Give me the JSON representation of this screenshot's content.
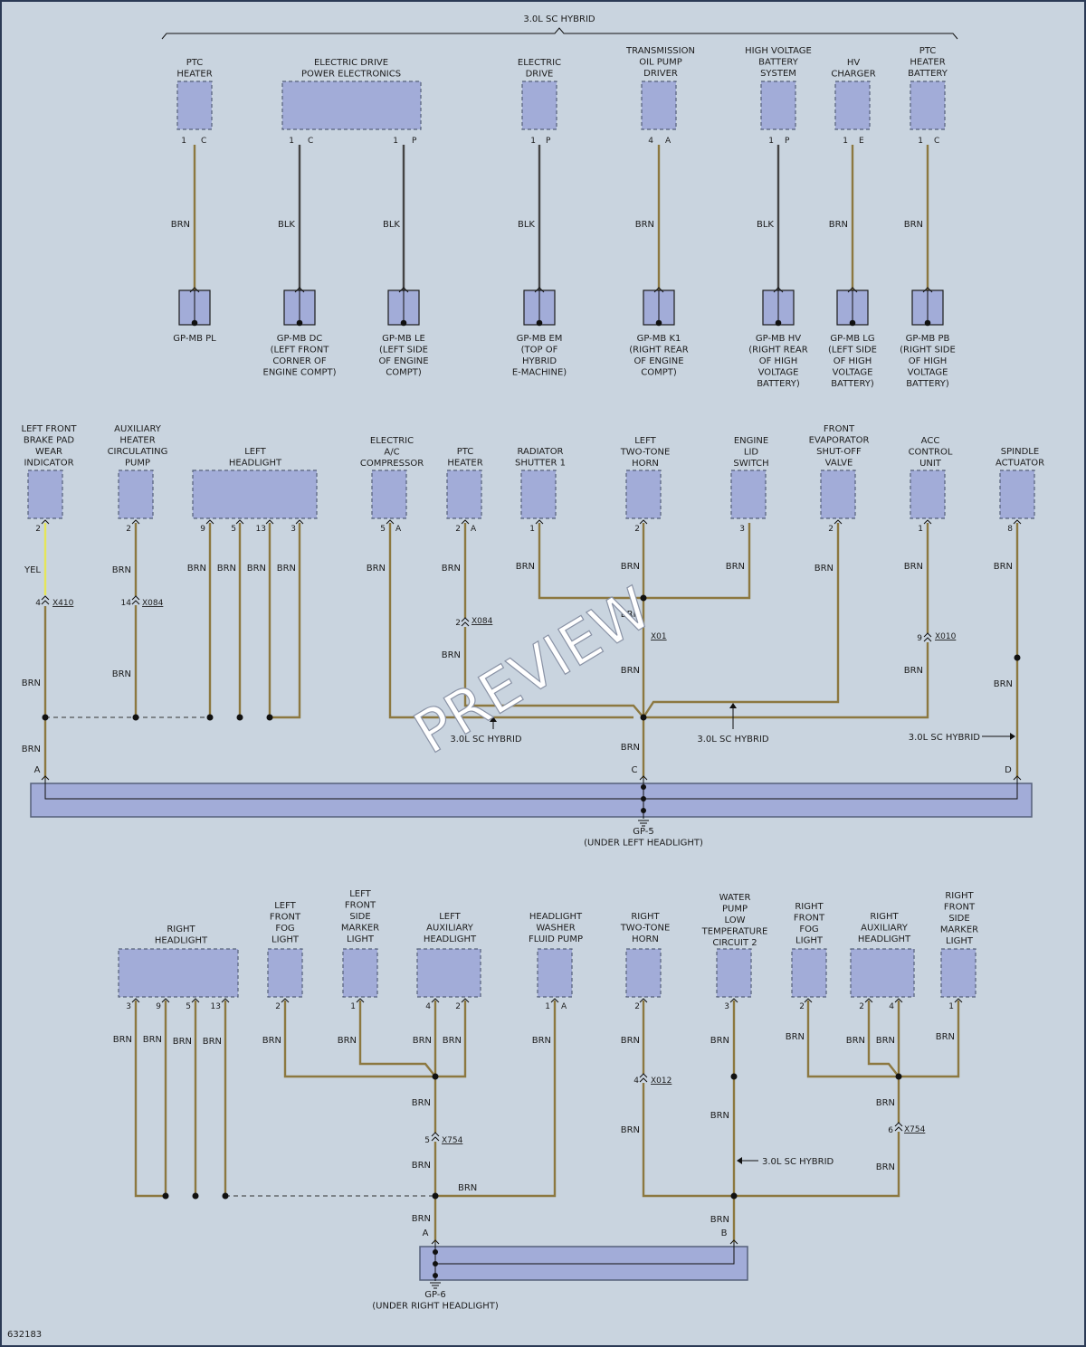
{
  "diagram_id": "632183",
  "top_group": "3.0L SC HYBRID",
  "label_variant": "3.0L SC HYBRID",
  "watermark": "PREVIEW",
  "wire_colors": {
    "brn": "BRN",
    "blk": "BLK",
    "yel": "YEL"
  },
  "section1": {
    "components": [
      {
        "lines": [
          "PTC",
          "HEATER"
        ]
      },
      {
        "lines": [
          "ELECTRIC DRIVE",
          "POWER ELECTRONICS"
        ]
      },
      {
        "lines": [
          "ELECTRIC",
          "DRIVE"
        ]
      },
      {
        "lines": [
          "TRANSMISSION",
          "OIL PUMP",
          "DRIVER"
        ]
      },
      {
        "lines": [
          "HIGH VOLTAGE",
          "BATTERY",
          "SYSTEM"
        ]
      },
      {
        "lines": [
          "HV",
          "CHARGER"
        ]
      },
      {
        "lines": [
          "PTC",
          "HEATER",
          "BATTERY"
        ]
      }
    ],
    "grounds": [
      {
        "lines": [
          "GP-MB PL"
        ]
      },
      {
        "lines": [
          "GP-MB DC",
          "(LEFT FRONT",
          "CORNER OF",
          "ENGINE COMPT)"
        ]
      },
      {
        "lines": [
          "GP-MB LE",
          "(LEFT SIDE",
          "OF ENGINE",
          "COMPT)"
        ]
      },
      {
        "lines": [
          "GP-MB EM",
          "(TOP OF",
          "HYBRID",
          "E-MACHINE)"
        ]
      },
      {
        "lines": [
          "GP-MB K1",
          "(RIGHT REAR",
          "OF ENGINE",
          "COMPT)"
        ]
      },
      {
        "lines": [
          "GP-MB HV",
          "(RIGHT REAR",
          "OF HIGH",
          "VOLTAGE",
          "BATTERY)"
        ]
      },
      {
        "lines": [
          "GP-MB LG",
          "(LEFT SIDE",
          "OF HIGH",
          "VOLTAGE",
          "BATTERY)"
        ]
      },
      {
        "lines": [
          "GP-MB PB",
          "(RIGHT SIDE",
          "OF HIGH",
          "VOLTAGE",
          "BATTERY)"
        ]
      }
    ],
    "pins": [
      "1",
      "C",
      "1",
      "C",
      "1",
      "P",
      "1",
      "P",
      "4",
      "A",
      "1",
      "P",
      "1",
      "E",
      "1",
      "C"
    ]
  },
  "section2": {
    "components": [
      {
        "lines": [
          "LEFT FRONT",
          "BRAKE PAD",
          "WEAR",
          "INDICATOR"
        ]
      },
      {
        "lines": [
          "AUXILIARY",
          "HEATER",
          "CIRCULATING",
          "PUMP"
        ]
      },
      {
        "lines": [
          "LEFT",
          "HEADLIGHT"
        ]
      },
      {
        "lines": [
          "ELECTRIC",
          "A/C",
          "COMPRESSOR"
        ]
      },
      {
        "lines": [
          "PTC",
          "HEATER"
        ]
      },
      {
        "lines": [
          "RADIATOR",
          "SHUTTER 1"
        ]
      },
      {
        "lines": [
          "LEFT",
          "TWO-TONE",
          "HORN"
        ]
      },
      {
        "lines": [
          "ENGINE",
          "LID",
          "SWITCH"
        ]
      },
      {
        "lines": [
          "FRONT",
          "EVAPORATOR",
          "SHUT-OFF",
          "VALVE"
        ]
      },
      {
        "lines": [
          "ACC",
          "CONTROL",
          "UNIT"
        ]
      },
      {
        "lines": [
          "SPINDLE",
          "ACTUATOR"
        ]
      }
    ],
    "pins": [
      "2",
      "2",
      "9",
      "5",
      "13",
      "3",
      "5",
      "A",
      "2",
      "A",
      "1",
      "2",
      "3",
      "2",
      "1",
      "8"
    ],
    "connectors": [
      {
        "pin": "4",
        "name": "X410"
      },
      {
        "pin": "14",
        "name": "X084"
      },
      {
        "pin": "2",
        "name": "X084"
      },
      {
        "pin": "",
        "name": "X01"
      },
      {
        "pin": "9",
        "name": "X010"
      }
    ],
    "splice_letters": [
      "A",
      "C",
      "D"
    ],
    "ground": {
      "lines": [
        "GP-5",
        "(UNDER LEFT HEADLIGHT)"
      ]
    }
  },
  "section3": {
    "components": [
      {
        "lines": [
          "RIGHT",
          "HEADLIGHT"
        ]
      },
      {
        "lines": [
          "LEFT",
          "FRONT",
          "FOG",
          "LIGHT"
        ]
      },
      {
        "lines": [
          "LEFT",
          "FRONT",
          "SIDE",
          "MARKER",
          "LIGHT"
        ]
      },
      {
        "lines": [
          "LEFT",
          "AUXILIARY",
          "HEADLIGHT"
        ]
      },
      {
        "lines": [
          "HEADLIGHT",
          "WASHER",
          "FLUID PUMP"
        ]
      },
      {
        "lines": [
          "RIGHT",
          "TWO-TONE",
          "HORN"
        ]
      },
      {
        "lines": [
          "WATER",
          "PUMP",
          "LOW",
          "TEMPERATURE",
          "CIRCUIT 2"
        ]
      },
      {
        "lines": [
          "RIGHT",
          "FRONT",
          "FOG",
          "LIGHT"
        ]
      },
      {
        "lines": [
          "RIGHT",
          "AUXILIARY",
          "HEADLIGHT"
        ]
      },
      {
        "lines": [
          "RIGHT",
          "FRONT",
          "SIDE",
          "MARKER",
          "LIGHT"
        ]
      }
    ],
    "pins": [
      "3",
      "9",
      "5",
      "13",
      "2",
      "1",
      "4",
      "2",
      "1",
      "A",
      "2",
      "3",
      "2",
      "2",
      "4",
      "1"
    ],
    "connectors": [
      {
        "pin": "5",
        "name": "X754"
      },
      {
        "pin": "4",
        "name": "X012"
      },
      {
        "pin": "6",
        "name": "X754"
      }
    ],
    "splice_letters": [
      "A",
      "B"
    ],
    "ground": {
      "lines": [
        "GP-6",
        "(UNDER RIGHT HEADLIGHT)"
      ]
    }
  }
}
